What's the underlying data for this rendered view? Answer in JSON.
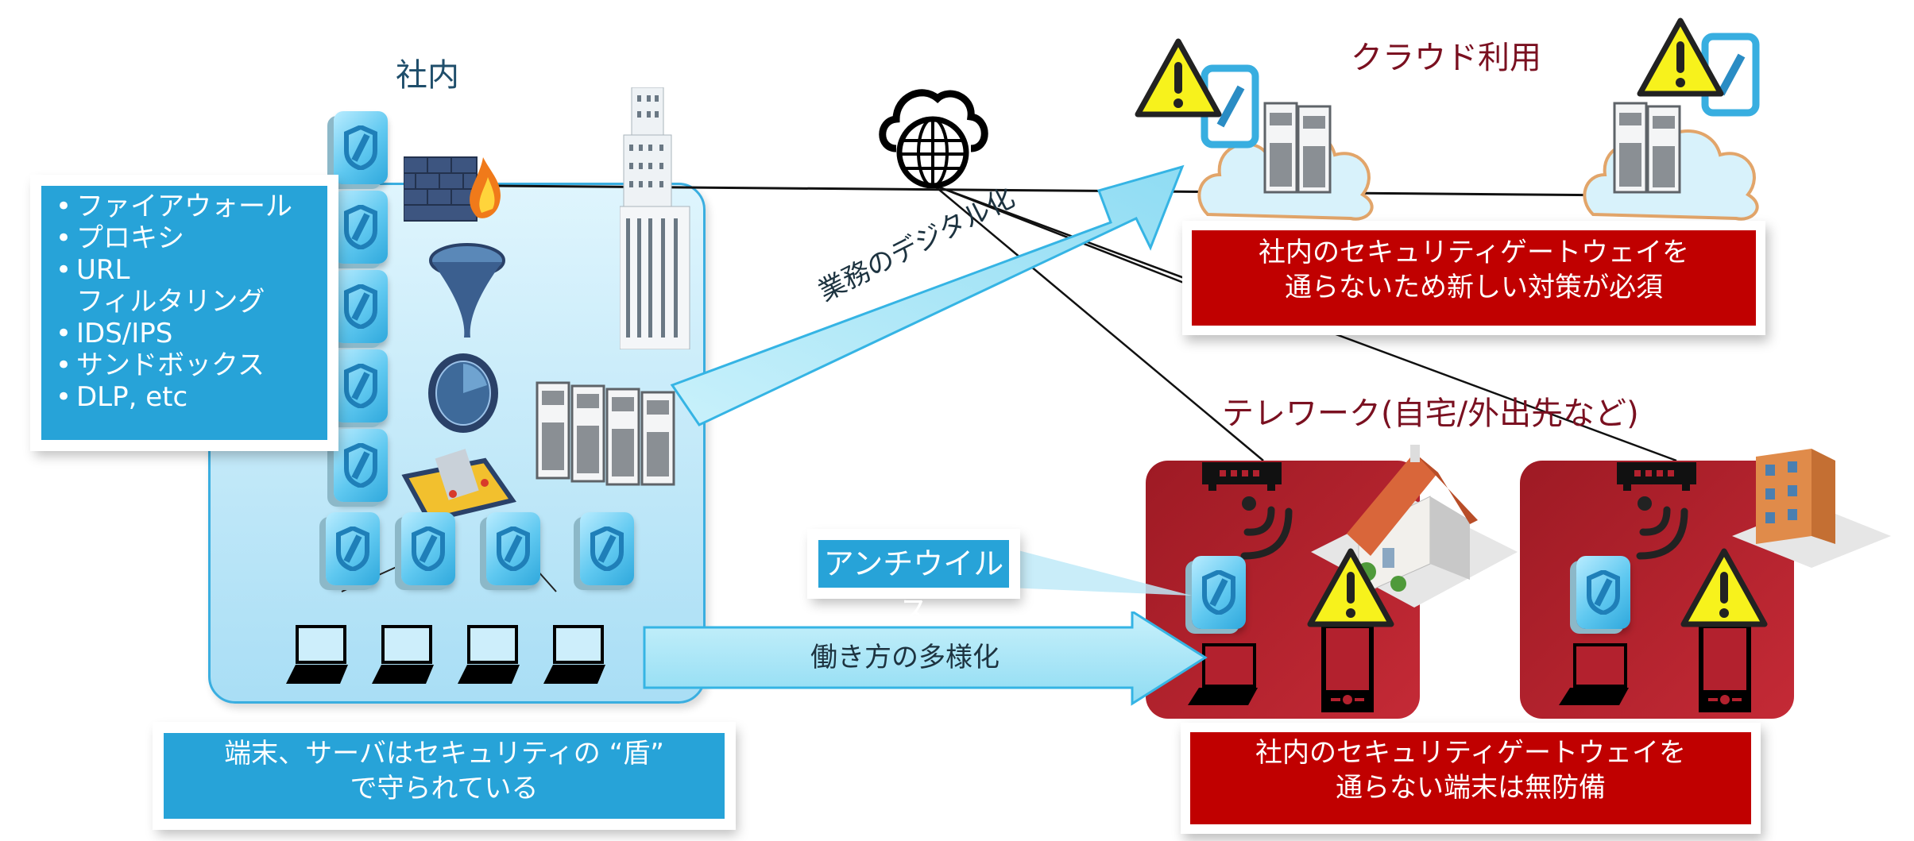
{
  "internal": {
    "title": "社内",
    "security_features": [
      {
        "bullet": "•",
        "label": "ファイアウォール"
      },
      {
        "bullet": "•",
        "label": "プロキシ"
      },
      {
        "bullet": "•",
        "label": "URL"
      },
      {
        "bullet": "",
        "label": "フィルタリング"
      },
      {
        "bullet": "•",
        "label": "IDS/IPS"
      },
      {
        "bullet": "•",
        "label": "サンドボックス"
      },
      {
        "bullet": "•",
        "label": "DLP, etc"
      }
    ],
    "caption_lines": [
      "端末、サーバはセキュリティの “盾”",
      "で守られている"
    ],
    "icons": [
      "building-icon",
      "firewall-icon",
      "filter-funnel-icon",
      "radar-icon",
      "sandbox-icon",
      "server-rack-icon",
      "shield-device-icon",
      "laptop-icon"
    ]
  },
  "arrows": {
    "digitalization": "業務のデジタル化",
    "work_style": "働き方の多様化"
  },
  "internet": {
    "icon": "cloud-globe-icon"
  },
  "cloud": {
    "title": "クラウド利用",
    "warning_lines": [
      "社内のセキュリティゲートウェイを",
      "通らないため新しい対策が必須"
    ],
    "icons": [
      "warning-icon",
      "shield-device-icon",
      "server-icon",
      "cloud-icon"
    ]
  },
  "telework": {
    "title": "テレワーク(自宅/外出先など)",
    "antivirus_label": "アンチウイルス",
    "warning_lines": [
      "社内のセキュリティゲートウェイを",
      "通らない端末は無防備"
    ],
    "locations": [
      "home",
      "office-building"
    ],
    "icons": [
      "router-icon",
      "wifi-icon",
      "laptop-icon",
      "smartphone-icon",
      "warning-icon",
      "house-icon",
      "apartment-icon"
    ]
  },
  "colors": {
    "blue_box": "#27a3d8",
    "red_box": "#c00000",
    "telework_panel": "#b3212e",
    "internal_zone": "#cdeefb",
    "arrow_fill": "#a9e6f7",
    "title_red": "#7a1020",
    "title_internal": "#1f4e6b"
  }
}
